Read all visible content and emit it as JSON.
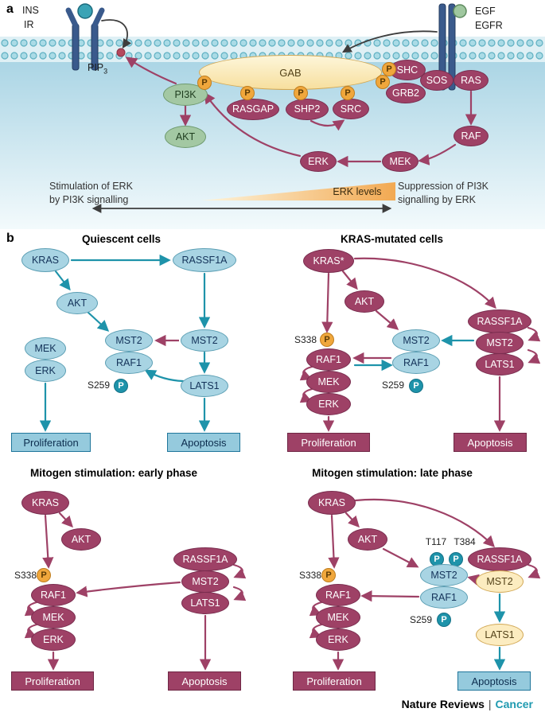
{
  "colors": {
    "maroon_node": "#9e4166",
    "blue_node": "#a8d4e3",
    "green_node": "#a3c8a3",
    "cream_node": "#fcecc0",
    "teal_arrow": "#1e93aa",
    "maroon_arrow": "#9e4166",
    "orange_phospho": "#f0a73c",
    "teal_phospho": "#1e93aa",
    "membrane_teal": "#aadbe6",
    "journal_teal": "#1f9ab0"
  },
  "panel_a": {
    "label": "a",
    "phospho": "P",
    "receptors": {
      "ins": "INS",
      "ir": "IR",
      "egf": "EGF",
      "egfr": "EGFR",
      "pip3_base": "PIP",
      "pip3_sub": "3"
    },
    "nodes": {
      "gab": "GAB",
      "pi3k": "PI3K",
      "akt": "AKT",
      "rasgap": "RASGAP",
      "shp2": "SHP2",
      "src": "SRC",
      "shc": "SHC",
      "grb2": "GRB2",
      "sos": "SOS",
      "ras": "RAS",
      "raf": "RAF",
      "mek": "MEK",
      "erk": "ERK"
    },
    "bottom": {
      "left_line1": "Stimulation of ERK",
      "left_line2": "by PI3K signalling",
      "gradient_label": "ERK levels",
      "right_line1": "Suppression of PI3K",
      "right_line2": "signalling by ERK"
    }
  },
  "panel_b": {
    "label": "b",
    "phospho": "P",
    "quiescent": {
      "title": "Quiescent cells",
      "nodes": {
        "kras": "KRAS",
        "rassf1a": "RASSF1A",
        "akt": "AKT",
        "mst2_a": "MST2",
        "raf1": "RAF1",
        "mek": "MEK",
        "erk": "ERK",
        "mst2_b": "MST2",
        "lats1": "LATS1"
      },
      "sites": {
        "s259": "S259"
      },
      "outcomes": {
        "proliferation": "Proliferation",
        "apoptosis": "Apoptosis"
      }
    },
    "kras_mutated": {
      "title": "KRAS-mutated cells",
      "nodes": {
        "kras": "KRAS*",
        "akt": "AKT",
        "raf1_a": "RAF1",
        "mek": "MEK",
        "erk": "ERK",
        "mst2_a": "MST2",
        "raf1_b": "RAF1",
        "rassf1a": "RASSF1A",
        "mst2_b": "MST2",
        "lats1": "LATS1"
      },
      "sites": {
        "s338": "S338",
        "s259": "S259"
      },
      "outcomes": {
        "proliferation": "Proliferation",
        "apoptosis": "Apoptosis"
      }
    },
    "early_phase": {
      "title": "Mitogen stimulation: early phase",
      "nodes": {
        "kras": "KRAS",
        "akt": "AKT",
        "raf1": "RAF1",
        "mek": "MEK",
        "erk": "ERK",
        "rassf1a": "RASSF1A",
        "mst2": "MST2",
        "lats1": "LATS1"
      },
      "sites": {
        "s338": "S338"
      },
      "outcomes": {
        "proliferation": "Proliferation",
        "apoptosis": "Apoptosis"
      }
    },
    "late_phase": {
      "title": "Mitogen stimulation: late phase",
      "nodes": {
        "kras": "KRAS",
        "akt": "AKT",
        "raf1_a": "RAF1",
        "mek": "MEK",
        "erk": "ERK",
        "mst2_a": "MST2",
        "raf1_b": "RAF1",
        "rassf1a": "RASSF1A",
        "mst2_b": "MST2",
        "lats1": "LATS1"
      },
      "sites": {
        "s338": "S338",
        "s259": "S259",
        "t117": "T117",
        "t384": "T384"
      },
      "outcomes": {
        "proliferation": "Proliferation",
        "apoptosis": "Apoptosis"
      }
    }
  },
  "footer": {
    "brand": "Nature Reviews",
    "separator": "|",
    "journal": "Cancer"
  }
}
